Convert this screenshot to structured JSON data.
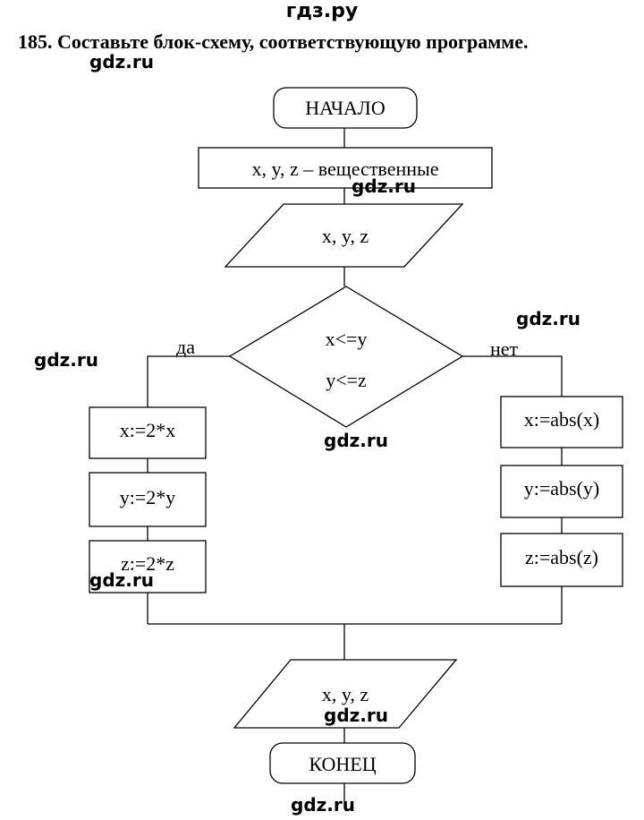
{
  "header": {
    "site": "гдз.ру",
    "task": "185. Составьте блок-схему, соответствующую программе."
  },
  "watermark": "gdz.ru",
  "flowchart": {
    "start": "НАЧАЛО",
    "declare": "x, y, z – вещественные",
    "input": "x, y, z",
    "condition": [
      "x<=y",
      "y<=z"
    ],
    "yes_label": "да",
    "no_label": "нет",
    "yes_branch": [
      "x:=2*x",
      "y:=2*y",
      "z:=2*z"
    ],
    "no_branch": [
      "x:=abs(x)",
      "y:=abs(y)",
      "z:=abs(z)"
    ],
    "output": "x, y, z",
    "end": "КОНЕЦ"
  }
}
